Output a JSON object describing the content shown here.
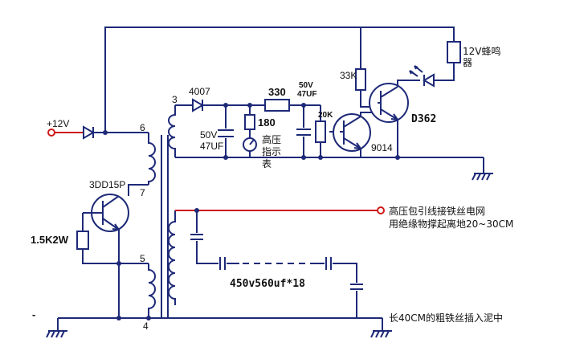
{
  "labels": {
    "plus12v": "+12V",
    "pin6": "6",
    "pin7": "7",
    "pin5": "5",
    "pin4": "4",
    "pin3": "3",
    "minus": "-",
    "transistor1": "3DD15P",
    "resistor1": "1.5K2W",
    "diode": "4007",
    "cap1_v": "50V",
    "cap1_c": "47UF",
    "res_330": "330",
    "res_180": "180",
    "meter1": "高压",
    "meter2": "指示",
    "meter3": "表",
    "cap2_v": "50V",
    "cap2_c": "47UF",
    "pot": "20K",
    "res_33k": "33K",
    "t9014": "9014",
    "td362": "D362",
    "buzzer1": "12V蜂鸣",
    "buzzer2": "器",
    "hv_note1": "高压包引线接铁丝电网",
    "hv_note2": "用绝缘物撑起离地20~30CM",
    "caps": "450v560uf*18",
    "ground_note": "长40CM的粗铁丝插入泥中"
  },
  "colors": {
    "wire": "#1e2a78",
    "hv": "#d01818"
  }
}
